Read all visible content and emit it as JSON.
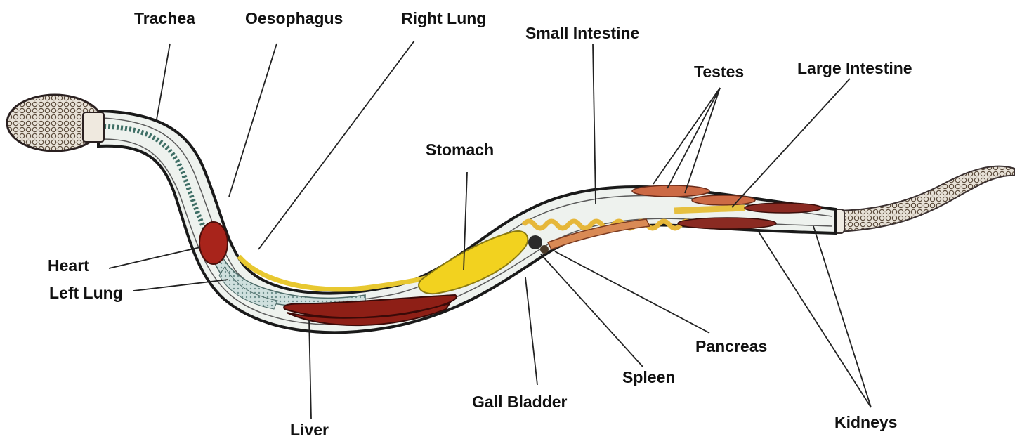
{
  "diagram": {
    "labels": {
      "trachea": "Trachea",
      "oesophagus": "Oesophagus",
      "right_lung": "Right Lung",
      "small_intestine": "Small Intestine",
      "testes": "Testes",
      "large_intestine": "Large Intestine",
      "stomach": "Stomach",
      "heart": "Heart",
      "left_lung": "Left Lung",
      "pancreas": "Pancreas",
      "spleen": "Spleen",
      "gall_bladder": "Gall Bladder",
      "liver": "Liver",
      "kidneys": "Kidneys"
    },
    "colors": {
      "outline": "#1a1a1a",
      "body_fill": "#eef2ee",
      "liver": "#8e1f16",
      "heart": "#a8241b",
      "kidney": "#8a2a22",
      "testes": "#cc6a45",
      "stomach": "#f2d21f",
      "intestine": "#e6b73a",
      "lung": "#b7cfcf"
    }
  }
}
